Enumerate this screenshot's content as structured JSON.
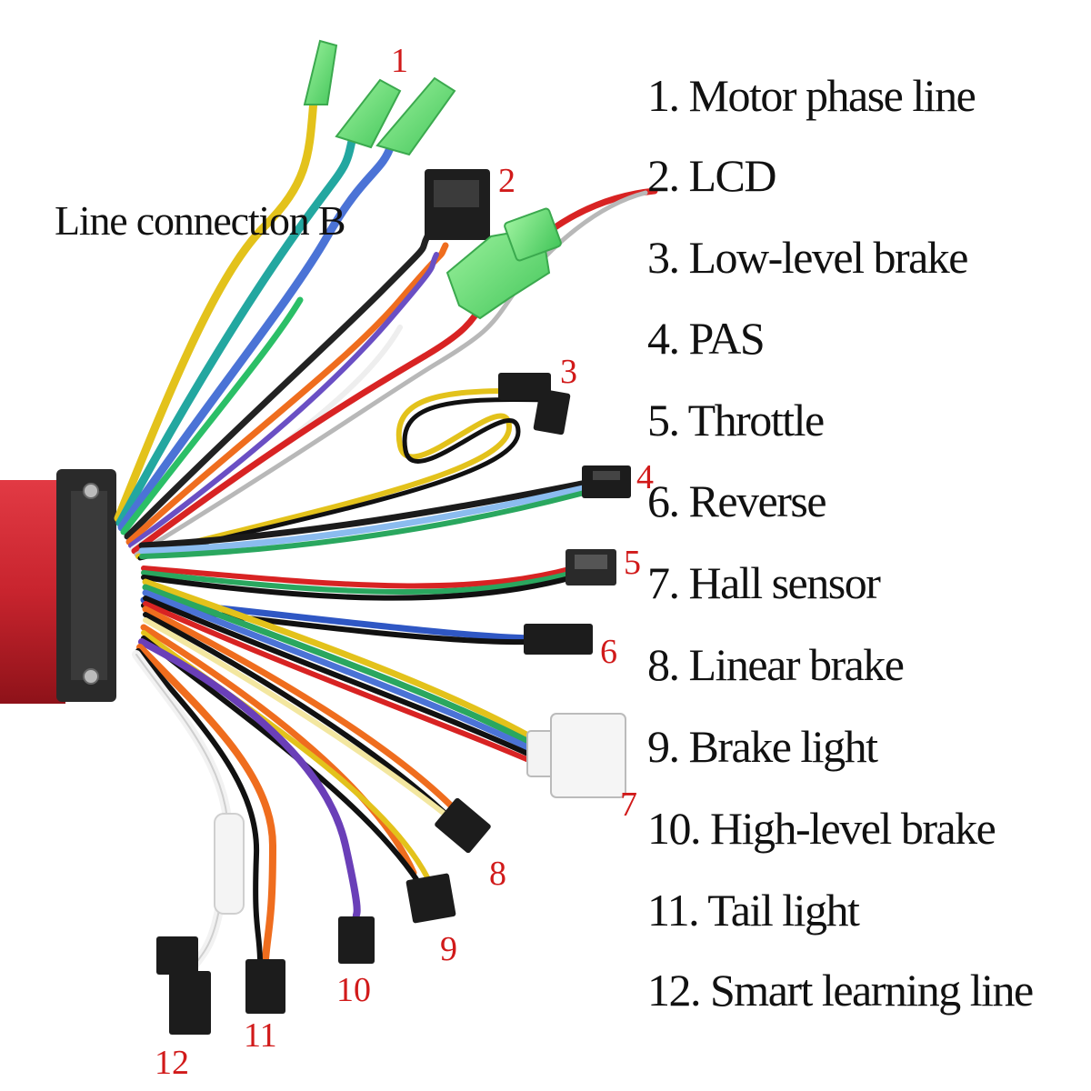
{
  "diagram": {
    "title": "Line connection B",
    "legend": [
      "1. Motor phase line",
      "2. LCD",
      "3. Low-level brake",
      "4. PAS",
      "5. Throttle",
      "6. Reverse",
      "7. Hall sensor",
      "8. Linear brake",
      "9. Brake light",
      "10. High-level brake",
      "11. Tail light",
      "12. Smart learning line"
    ],
    "callouts": [
      "1",
      "2",
      "3",
      "4",
      "5",
      "6",
      "7",
      "8",
      "9",
      "10",
      "11",
      "12"
    ],
    "colors": {
      "controller_red": "#c8242e",
      "controller_dark": "#7a0f16",
      "connector_black": "#1c1c1c",
      "connector_green": "#5fd36a",
      "connector_white": "#eeeeee",
      "callout_red": "#d11a1a"
    }
  }
}
